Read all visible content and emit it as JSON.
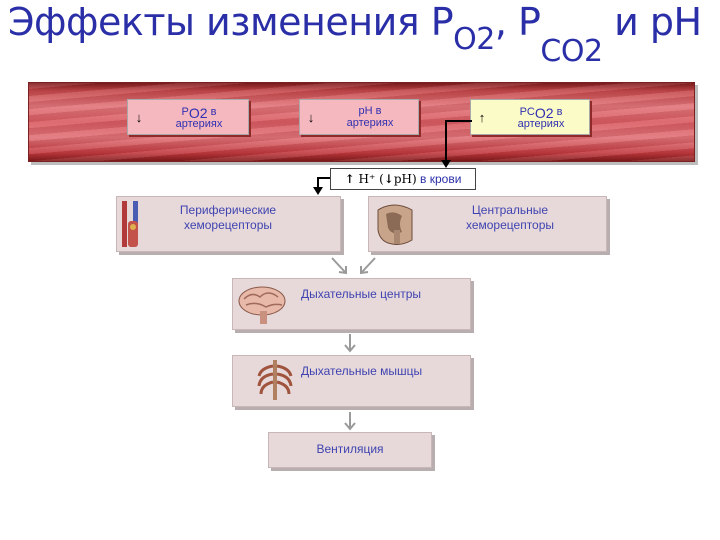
{
  "title": {
    "prefix": "Эффекты изменения P",
    "po2_sub": "O2",
    "sep": ", P",
    "pco2_sub": "CO2",
    "suffix": " и pH"
  },
  "artery_boxes": {
    "po2": {
      "arrow": "↓",
      "text_main": "P",
      "text_sub": "O2",
      "text_rest": " в",
      "text_line2": "артериях"
    },
    "ph": {
      "arrow": "↓",
      "text_line1": "pH в",
      "text_line2": "артериях"
    },
    "pco2": {
      "arrow": "↑",
      "text_main": "PC",
      "text_sub": "O2",
      "text_rest": " в",
      "text_line2": "артериях"
    }
  },
  "hplus_box": {
    "arrow_up": "↑",
    "h": "H⁺ (",
    "arrow_down": "↓",
    "ph": "pH)",
    "rest": " в крови"
  },
  "boxes": {
    "peripheral_line1": "Периферические",
    "peripheral_line2": "хеморецепторы",
    "central_line1": "Центральные",
    "central_line2": "хеморецепторы",
    "resp_center": "Дыхательные центры",
    "resp_muscle": "Дыхательные мышцы",
    "ventilation": "Вентиляция"
  },
  "colors": {
    "title": "#2a2fa8",
    "label": "#3f43b0",
    "artery": "#d85a60",
    "box_pink": "#f5b8bf",
    "box_yellow": "#fbfbc8",
    "box_gray": "#e7d9da"
  }
}
